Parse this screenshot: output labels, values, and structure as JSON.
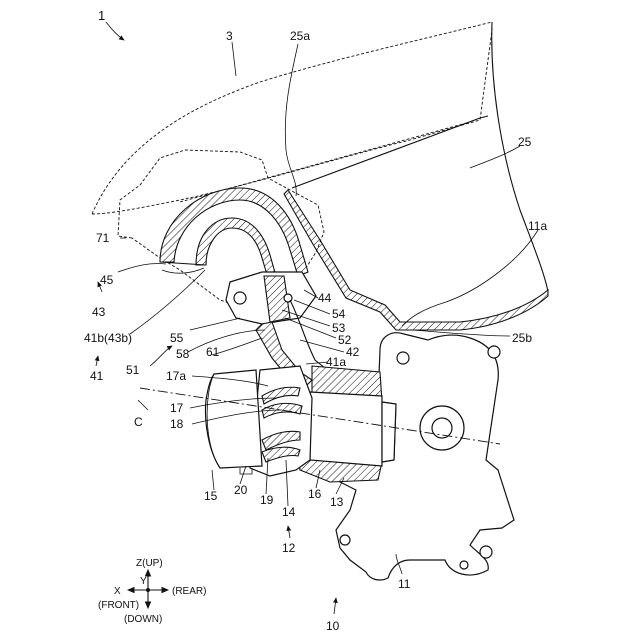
{
  "labels": {
    "l1": "1",
    "l3": "3",
    "l25a": "25a",
    "l25": "25",
    "l11a": "11a",
    "l71": "71",
    "l45": "45",
    "l43": "43",
    "l41b": "41b(43b)",
    "l41": "41",
    "l51": "51",
    "l55": "55",
    "l58": "58",
    "l61": "61",
    "l44": "44",
    "l54": "54",
    "l53": "53",
    "l52": "52",
    "l42": "42",
    "l41a": "41a",
    "l25b": "25b",
    "l17a": "17a",
    "l17": "17",
    "l18": "18",
    "lC": "C",
    "l15": "15",
    "l20": "20",
    "l19": "19",
    "l14": "14",
    "l16": "16",
    "l13": "13",
    "l12": "12",
    "l11": "11",
    "l10": "10"
  },
  "axes": {
    "z": "Z(UP)",
    "y": "Y",
    "x": "X",
    "rear": "(REAR)",
    "front": "(FRONT)",
    "down": "(DOWN)"
  }
}
